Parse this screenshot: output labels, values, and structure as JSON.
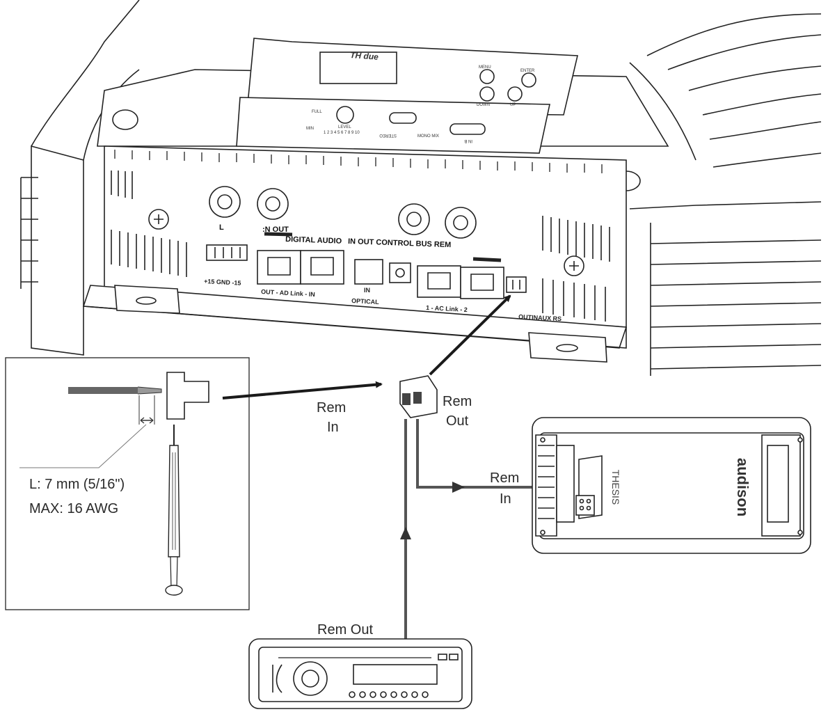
{
  "device_top": {
    "model": "TH due",
    "buttons": [
      "MENU",
      "ENTER",
      "DOWN",
      "UP"
    ],
    "switch_labels": {
      "level_top": "FULL",
      "level": "LEVEL",
      "level_bottom": "MIN",
      "scale": "1 2 3 4 5 6 7 8 9 10",
      "stereo": "STEREO",
      "mono_mix": "MONO MIX",
      "in_b": "IN B"
    },
    "panel_labels": {
      "in_l": "L",
      "in_out": ":N OUT",
      "bus": "DIGITAL AUDIO",
      "bus2": "IN OUT CONTROL BUS REM",
      "power": "+15  GND  -15",
      "adlink": "OUT  -  AD Link  -  IN",
      "optical_in": "IN",
      "optical": "OPTICAL",
      "aclink": "1  -  AC Link  -  2",
      "rem_port": "OUTINAUX RS"
    }
  },
  "inset": {
    "strip_length": "L: 7 mm (5/16\")",
    "max_gauge": "MAX: 16 AWG"
  },
  "wiring": {
    "rem_in_1": "Rem",
    "rem_in_2": "In",
    "rem_out_1": "Rem",
    "rem_out_2": "Out",
    "amp_rem_in_1": "Rem",
    "amp_rem_in_2": "In",
    "head_unit_rem_out": "Rem Out"
  },
  "amplifier": {
    "series": "THESIS",
    "brand": "audison"
  }
}
